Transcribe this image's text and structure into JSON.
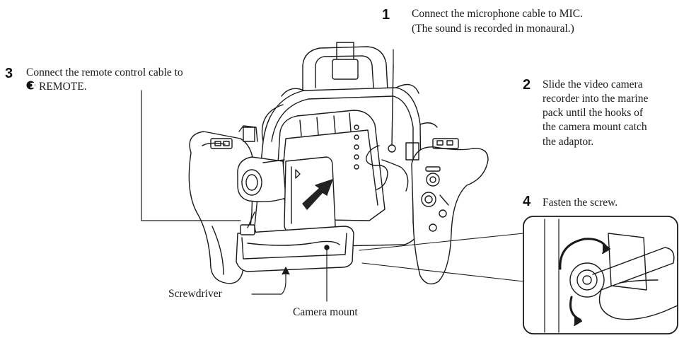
{
  "steps": [
    {
      "number": "1",
      "lines": [
        "Connect the microphone cable to MIC.",
        "(The sound is recorded in monaural.)"
      ]
    },
    {
      "number": "2",
      "lines": [
        "Slide the video camera",
        "recorder into the marine",
        "pack until the hooks of",
        "the camera mount catch",
        "the adaptor."
      ]
    },
    {
      "number": "3",
      "lines": [
        "Connect the remote control cable to",
        "REMOTE."
      ]
    },
    {
      "number": "4",
      "lines": [
        "Fasten the screw."
      ]
    }
  ],
  "remote_icon": "remote-jack-icon",
  "labels": {
    "screwdriver": "Screwdriver",
    "camera_mount": "Camera mount"
  }
}
